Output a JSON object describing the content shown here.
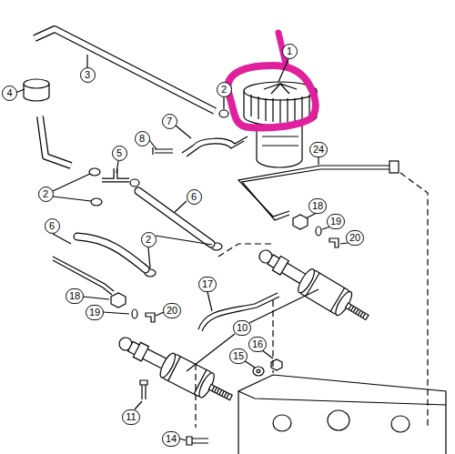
{
  "diagram": {
    "labels": [
      "1",
      "3",
      "4",
      "2",
      "7",
      "8",
      "24",
      "5",
      "2",
      "6",
      "18",
      "19",
      "6",
      "20",
      "2",
      "17",
      "18",
      "20",
      "19",
      "10",
      "16",
      "15",
      "11",
      "14"
    ]
  }
}
